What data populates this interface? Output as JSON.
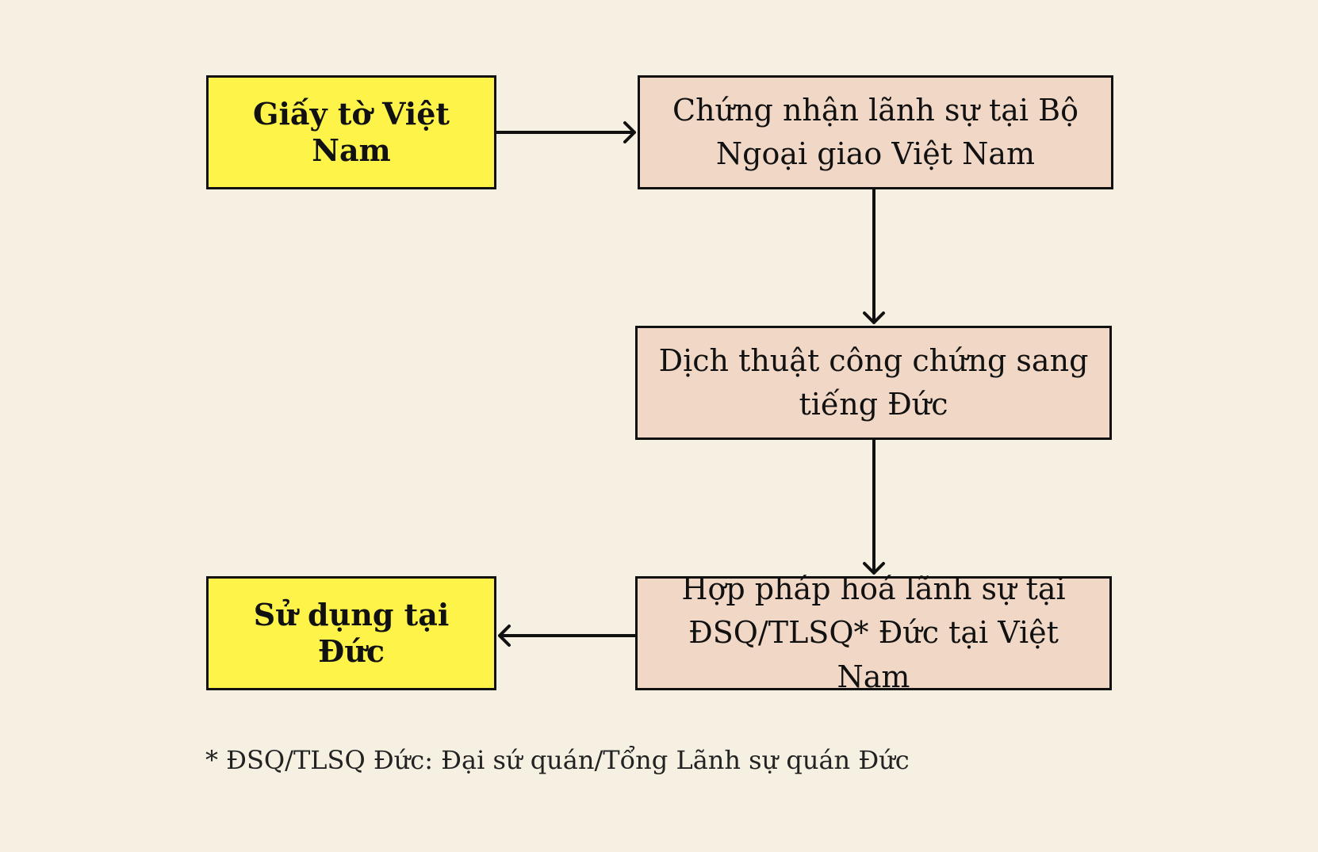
{
  "diagram": {
    "colors": {
      "background": "#f6f0e2",
      "highlight_box": "#fef349",
      "process_box": "#f1d7c6",
      "border": "#111111",
      "arrow": "#111111"
    },
    "nodes": [
      {
        "id": "n1",
        "kind": "start",
        "text": "Giấy tờ Việt Nam"
      },
      {
        "id": "n2",
        "kind": "step",
        "text": "Chứng nhận lãnh sự tại Bộ Ngoại giao Việt Nam"
      },
      {
        "id": "n3",
        "kind": "step",
        "text": "Dịch thuật công chứng sang tiếng Đức"
      },
      {
        "id": "n4",
        "kind": "step",
        "text": "Hợp pháp hoá lãnh sự tại ĐSQ/TLSQ* Đức tại Việt Nam"
      },
      {
        "id": "n5",
        "kind": "end",
        "text": "Sử dụng tại Đức"
      }
    ],
    "edges": [
      {
        "from": "n1",
        "to": "n2"
      },
      {
        "from": "n2",
        "to": "n3"
      },
      {
        "from": "n3",
        "to": "n4"
      },
      {
        "from": "n4",
        "to": "n5"
      }
    ],
    "footnote": "* ĐSQ/TLSQ Đức: Đại sứ quán/Tổng Lãnh sự quán Đức"
  }
}
